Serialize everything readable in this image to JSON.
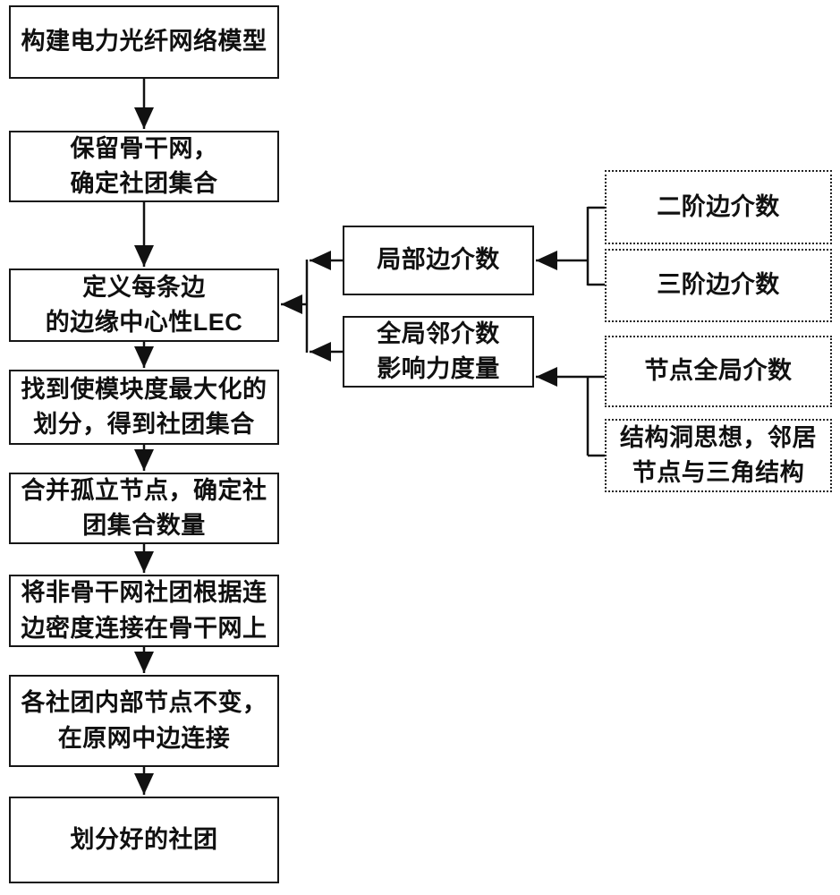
{
  "diagram": {
    "type": "flowchart",
    "background_color": "#ffffff",
    "line_color": "#111111",
    "text_color": "#101010",
    "main_flow": [
      {
        "id": "build-model",
        "label": "构建电力光纤网络模型"
      },
      {
        "id": "keep-backbone",
        "label": "保留骨干网，\n确定社团集合"
      },
      {
        "id": "define-lec",
        "label": "定义每条边\n的边缘中心性LEC"
      },
      {
        "id": "maximize-modularity",
        "label": "找到使模块度最大化的\n划分，得到社团集合"
      },
      {
        "id": "merge-isolated-nodes",
        "label": "合并孤立节点，确定社\n团集合数量"
      },
      {
        "id": "attach-non-backbone",
        "label": "将非骨干网社团根据连\n边密度连接在骨干网上"
      },
      {
        "id": "keep-internal-nodes",
        "label": "各社团内部节点不变，\n在原网中边连接"
      },
      {
        "id": "final-communities",
        "label": "划分好的社团"
      }
    ],
    "lec_inputs": [
      {
        "id": "local-edge-betweenness",
        "label": "局部边介数"
      },
      {
        "id": "global-neighbor-influence",
        "label": "全局邻介数\n影响力度量"
      }
    ],
    "detail_boxes": [
      {
        "id": "second-order-edge-betweenness",
        "label": "二阶边介数"
      },
      {
        "id": "third-order-edge-betweenness",
        "label": "三阶边介数"
      },
      {
        "id": "node-global-betweenness",
        "label": "节点全局介数"
      },
      {
        "id": "structural-hole",
        "label": "结构洞思想，邻居\n节点与三角结构"
      }
    ]
  }
}
